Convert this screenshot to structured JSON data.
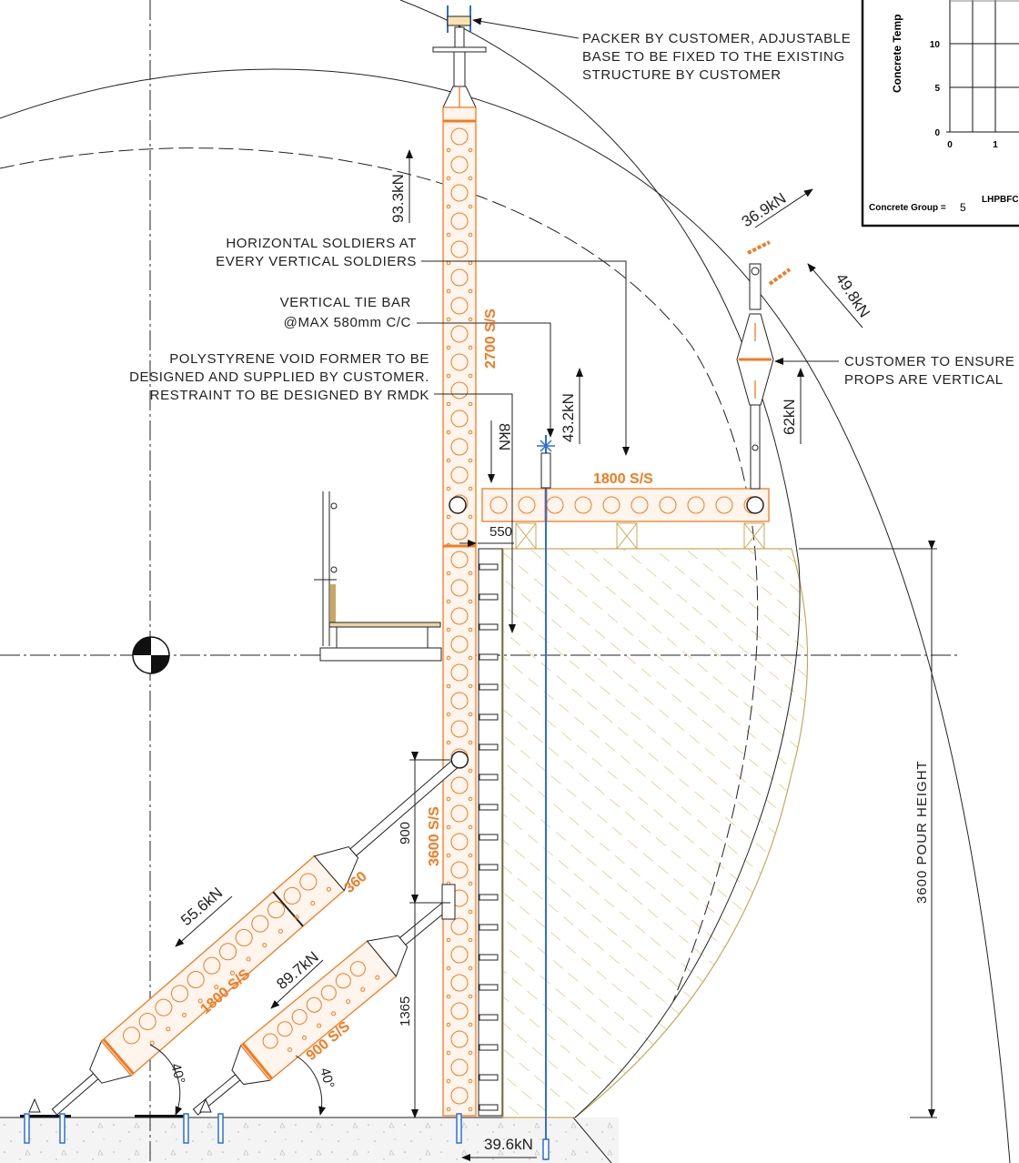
{
  "notes": {
    "packer": [
      "PACKER BY CUSTOMER, ADJUSTABLE",
      "BASE TO BE FIXED TO THE EXISTING",
      "STRUCTURE BY CUSTOMER"
    ],
    "horizontal_soldiers": [
      "HORIZONTAL SOLDIERS AT",
      "EVERY VERTICAL SOLDIERS"
    ],
    "tie_bar": [
      "VERTICAL TIE BAR",
      "@MAX 580mm C/C"
    ],
    "void_former": [
      "POLYSTYRENE VOID FORMER TO BE",
      "DESIGNED AND SUPPLIED BY CUSTOMER.",
      "RESTRAINT TO BE DESIGNED BY RMDK"
    ],
    "props_vertical": [
      "CUSTOMER TO ENSURE",
      "PROPS ARE VERTICAL"
    ]
  },
  "forces": {
    "top_vertical": "93.3kN",
    "restraint": "8kN",
    "tie_bar": "43.2kN",
    "prop_top_a": "36.9kN",
    "prop_top_b": "49.8kN",
    "prop_vertical": "62kN",
    "strut_upper": "55.6kN",
    "strut_lower": "89.7kN",
    "base_horizontal": "39.6kN"
  },
  "members": {
    "vertical_soldier": "2700 S/S",
    "vertical_soldier_lower": "3600 S/S",
    "horizontal_soldier": "1800 S/S",
    "strut_upper": "1800 S/S",
    "strut_upper_extension": "360",
    "strut_lower": "900 S/S"
  },
  "dimensions": {
    "offset": "550",
    "strut_spacing": "900",
    "strut_base_height": "1365",
    "pour_height": "3600 POUR HEIGHT",
    "angle_upper": "40°",
    "angle_lower": "40°"
  },
  "chart_inset": {
    "ylabel": "Concrete Temp",
    "yticks": [
      "10",
      "5",
      "0"
    ],
    "xticks": [
      "0",
      "1"
    ],
    "group_label": "Concrete Group =",
    "group_value": "5",
    "code": "LHPBFC"
  },
  "colors": {
    "formwork": "#f47a20",
    "tie_bar": "#2a6fe0",
    "concrete_hatch": "#d9b96a"
  }
}
